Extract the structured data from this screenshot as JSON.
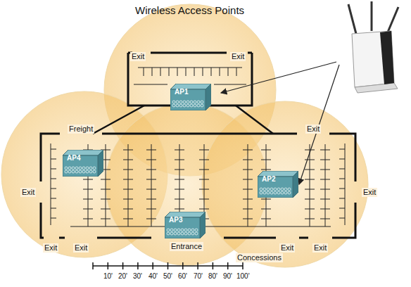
{
  "diagram": {
    "title": "Wireless Access Points",
    "nodes": [
      {
        "text": [
          "AP1"
        ]
      },
      {
        "text": [
          "AP4"
        ]
      },
      {
        "text": [
          "AP2"
        ]
      },
      {
        "text": [
          "AP3"
        ]
      }
    ],
    "labels": [
      "Exit",
      "Exit",
      "Freight",
      "Exit",
      "Exit",
      "Exit",
      "Exit",
      "Exit",
      "Entrance",
      "Concessions",
      "Exit",
      "Exit",
      "10'",
      "20'",
      "30'",
      "40'",
      "50'",
      "60'",
      "70'",
      "80'",
      "90'",
      "100'"
    ]
  }
}
